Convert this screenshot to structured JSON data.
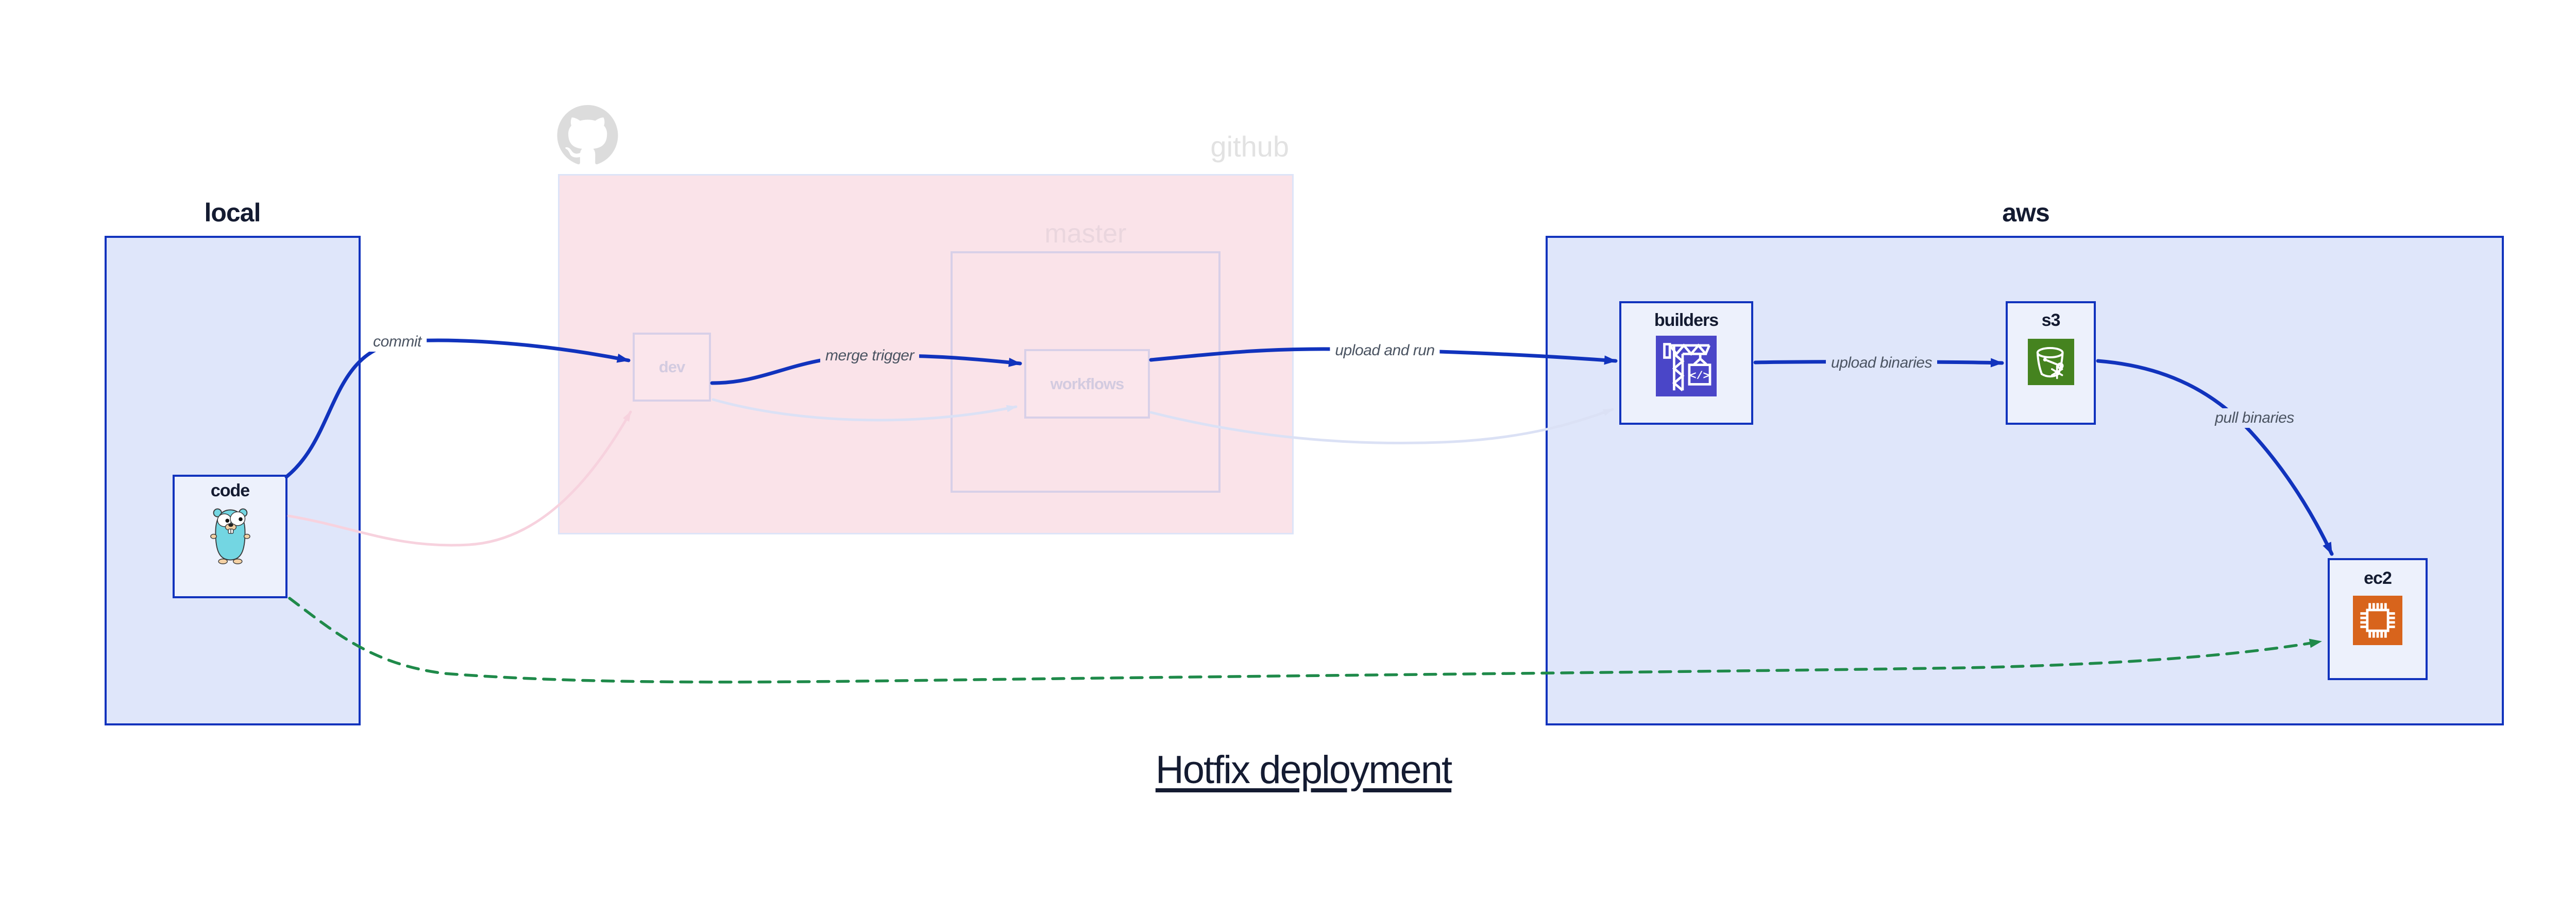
{
  "title": {
    "text": "Hotfix deployment"
  },
  "groups": {
    "local": {
      "label": "local"
    },
    "github": {
      "label": "github",
      "master_label": "master"
    },
    "aws": {
      "label": "aws"
    }
  },
  "nodes": {
    "code": {
      "label": "code",
      "icon": "go-gopher-icon"
    },
    "dev": {
      "label": "dev"
    },
    "workflows": {
      "label": "workflows"
    },
    "builders": {
      "label": "builders",
      "icon": "aws-codebuild-crane-icon"
    },
    "s3": {
      "label": "s3",
      "icon": "aws-s3-glacier-bucket-icon"
    },
    "ec2": {
      "label": "ec2",
      "icon": "aws-ec2-chip-icon"
    }
  },
  "edges": [
    {
      "from": "code",
      "to": "dev",
      "label": "commit",
      "style": "solid-blue"
    },
    {
      "from": "dev",
      "to": "workflows",
      "label": "merge trigger",
      "style": "solid-blue"
    },
    {
      "from": "workflows",
      "to": "builders",
      "label": "upload and run",
      "style": "solid-blue"
    },
    {
      "from": "builders",
      "to": "s3",
      "label": "upload binaries",
      "style": "solid-blue"
    },
    {
      "from": "s3",
      "to": "ec2",
      "label": "pull binaries",
      "style": "solid-blue"
    },
    {
      "from": "code",
      "to": "ec2",
      "label": "",
      "style": "dashed-green-hotfix"
    },
    {
      "from": "code",
      "to": "dev",
      "label": "",
      "style": "faded-pink"
    },
    {
      "from": "dev",
      "to": "workflows",
      "label": "",
      "style": "faded-lavender"
    },
    {
      "from": "workflows",
      "to": "builders",
      "label": "",
      "style": "faded-lavender"
    }
  ],
  "colors": {
    "flow_blue": "#1133bd",
    "hotfix_green": "#1f8a4a",
    "faded_pink_edge": "#f7d2de",
    "faded_lavender_edge": "#dbe1f5",
    "container_fill": "#dfe6fa",
    "node_fill": "#edf1fc",
    "github_fill": "#fae3e9",
    "faded_border": "#d8d0e8",
    "codebuild_indigo": "#4a46c8",
    "s3_green": "#45831f",
    "ec2_orange": "#d8641c",
    "gopher_teal": "#73d6e2",
    "edge_label_gray": "#4b5462",
    "muted_gray": "#e2e2e2",
    "title_navy": "#141b31"
  }
}
